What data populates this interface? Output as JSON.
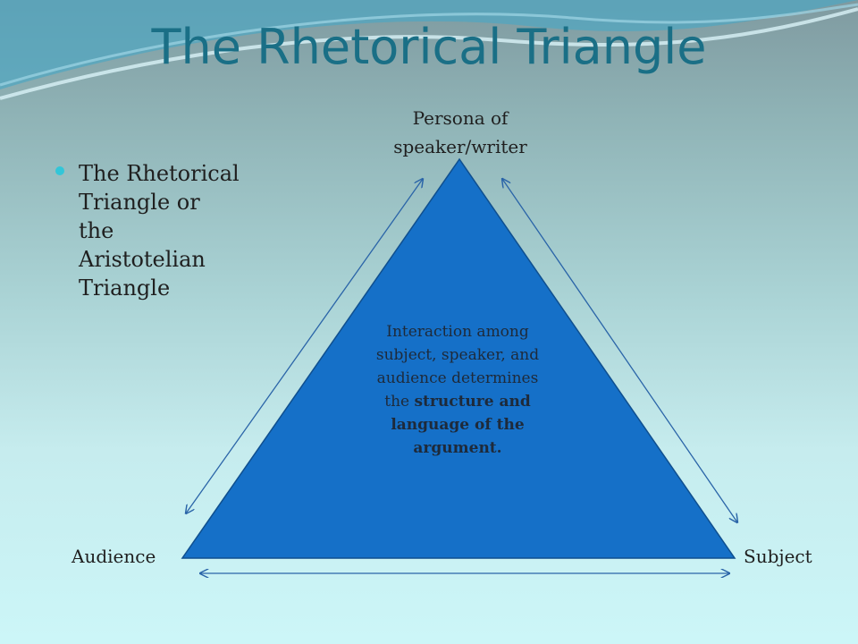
{
  "slide": {
    "title": "The Rhetorical Triangle",
    "bullet": "The Rhetorical Triangle or the Aristotelian Triangle"
  },
  "diagram": {
    "top_label": "Persona of speaker/writer",
    "left_label": "Audience",
    "right_label": "Subject",
    "center_text_plain": "Interaction among subject, speaker, and audience determines the",
    "center_text_bold": "structure and language of the argument.",
    "triangle_color": "#1570c8",
    "arrow_color": "#2a64a8"
  }
}
